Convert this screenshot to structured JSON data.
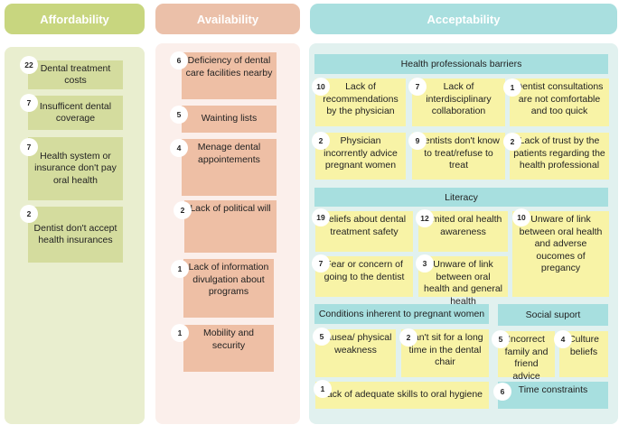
{
  "headers": {
    "affordability": "Affordability",
    "availability": "Availability",
    "acceptability": "Acceptability"
  },
  "affordability": [
    {
      "count": "22",
      "label": "Dental treatment costs"
    },
    {
      "count": "7",
      "label": "Insufficent dental coverage"
    },
    {
      "count": "7",
      "label": "Health system or insurance don't pay oral health"
    },
    {
      "count": "2",
      "label": "Dentist don't accept health insurances"
    }
  ],
  "availability": [
    {
      "count": "6",
      "label": "Deficiency of dental care facilities nearby"
    },
    {
      "count": "5",
      "label": "Wainting lists"
    },
    {
      "count": "4",
      "label": "Menage dental appointements"
    },
    {
      "count": "2",
      "label": "Lack of political will"
    },
    {
      "count": "1",
      "label": "Lack of information divulgation about programs"
    },
    {
      "count": "1",
      "label": "Mobility and security"
    }
  ],
  "acceptability": {
    "health_professionals": {
      "title": "Health professionals barriers",
      "items": [
        {
          "count": "10",
          "label": "Lack of recommendations by the physician"
        },
        {
          "count": "7",
          "label": "Lack of interdisciplinary collaboration"
        },
        {
          "count": "1",
          "label": "Dentist consultations are not comfortable and too quick"
        },
        {
          "count": "2",
          "label": "Physician incorrently advice pregnant women"
        },
        {
          "count": "9",
          "label": "Dentists don't know to treat/refuse to treat"
        },
        {
          "count": "2",
          "label": "Lack of trust by the patients regarding the health professional"
        }
      ]
    },
    "literacy": {
      "title": "Literacy",
      "items": [
        {
          "count": "19",
          "label": "Beliefs about dental treatment safety"
        },
        {
          "count": "12",
          "label": "Limited oral health awareness"
        },
        {
          "count": "10",
          "label": "Unware of link between oral health and adverse oucomes of pregancy"
        },
        {
          "count": "7",
          "label": "Fear or concern of going to the dentist"
        },
        {
          "count": "3",
          "label": "Unware of link between oral health and general health"
        }
      ]
    },
    "conditions": {
      "title": "Conditions inherent to pregnant women",
      "items": [
        {
          "count": "5",
          "label": "Nausea/ physical weakness"
        },
        {
          "count": "2",
          "label": "Can't sit for a long time in the dental chair"
        },
        {
          "count": "1",
          "label": "Lack of adequate skills to oral hygiene"
        }
      ]
    },
    "social": {
      "title": "Social suport",
      "items": [
        {
          "count": "5",
          "label": "Incorrect family and friend advice"
        },
        {
          "count": "4",
          "label": "Culture beliefs"
        },
        {
          "count": "6",
          "label": "Time constraints"
        }
      ]
    }
  },
  "colors": {
    "affordability_header": "#c8d67f",
    "availability_header": "#ebc0a9",
    "acceptability_header": "#a9dfdf",
    "affordability_panel": "#e9eecf",
    "availability_panel": "#fbefeb",
    "acceptability_panel": "#e1f1ef",
    "green_card": "#d4dc9e",
    "peach_card": "#eebfa5",
    "yellow_card": "#f8f3a6",
    "teal_card": "#a7dfdf"
  }
}
